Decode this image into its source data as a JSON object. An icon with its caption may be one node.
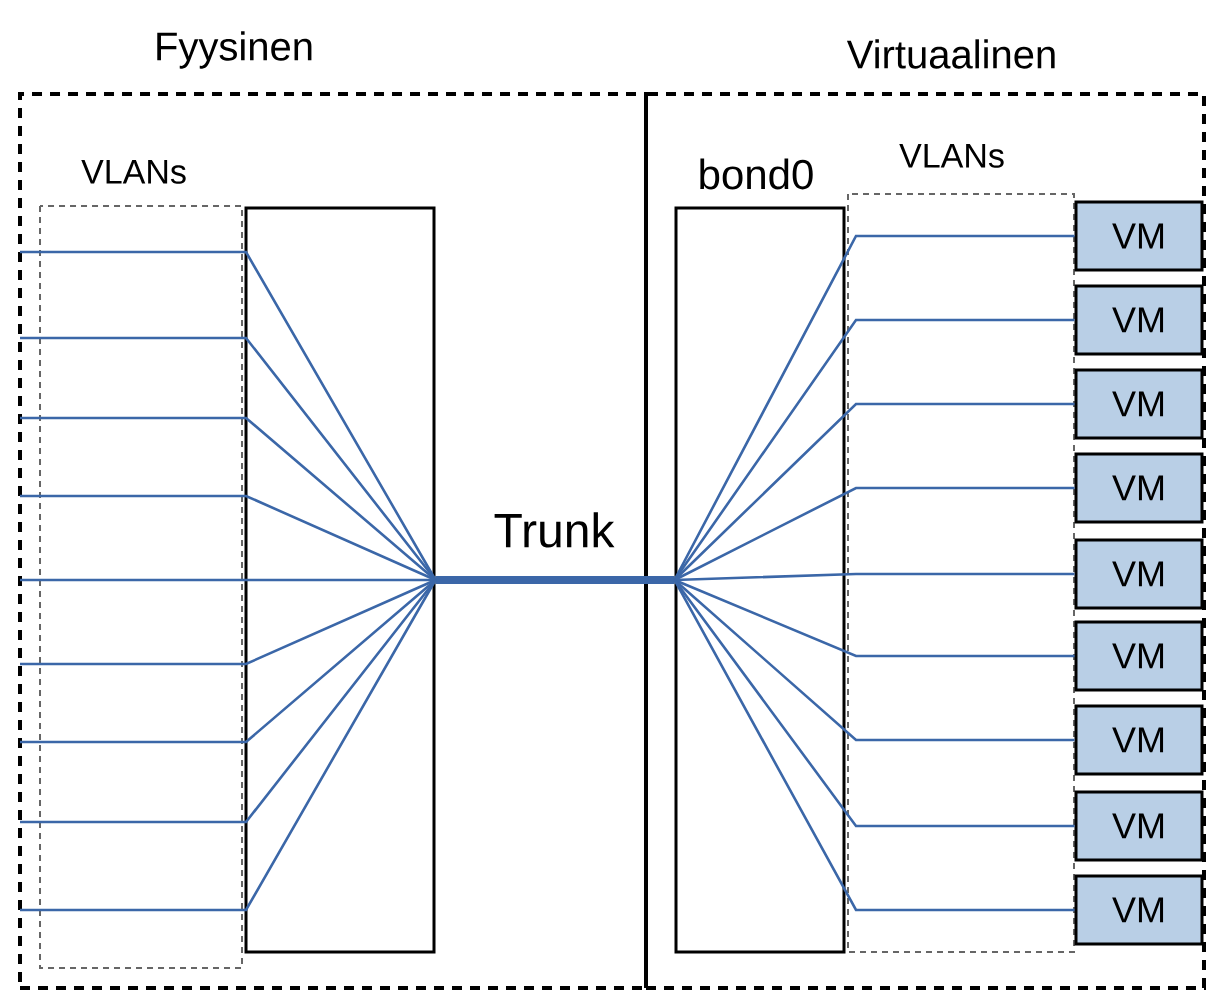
{
  "diagram": {
    "nodes": [
      {
        "text": [
          "Fyysinen"
        ]
      },
      {
        "text": [],
        "shape": "box",
        "in": 0
      },
      {
        "text": [
          "Virtuaalinen"
        ]
      },
      {
        "text": [
          "bond0"
        ],
        "in": 2
      },
      {
        "text": [
          "VM"
        ],
        "in": 2
      },
      {
        "text": [
          "VM"
        ],
        "in": 2
      },
      {
        "text": [
          "VM"
        ],
        "in": 2
      },
      {
        "text": [
          "VM"
        ],
        "in": 2
      },
      {
        "text": [
          "VM"
        ],
        "in": 2
      },
      {
        "text": [
          "VM"
        ],
        "in": 2
      },
      {
        "text": [
          "VM"
        ],
        "in": 2
      },
      {
        "text": [
          "VM"
        ],
        "in": 2
      },
      {
        "text": [
          "VM"
        ],
        "in": 2
      }
    ],
    "edges": [
      {
        "from": 1,
        "to": 3,
        "arrow": "none",
        "label": "Trunk",
        "style": "thick"
      },
      {
        "from": null,
        "to": 1,
        "arrow": "none"
      },
      {
        "from": null,
        "to": 1,
        "arrow": "none"
      },
      {
        "from": null,
        "to": 1,
        "arrow": "none"
      },
      {
        "from": null,
        "to": 1,
        "arrow": "none"
      },
      {
        "from": null,
        "to": 1,
        "arrow": "none"
      },
      {
        "from": null,
        "to": 1,
        "arrow": "none"
      },
      {
        "from": null,
        "to": 1,
        "arrow": "none"
      },
      {
        "from": null,
        "to": 1,
        "arrow": "none"
      },
      {
        "from": null,
        "to": 1,
        "arrow": "none"
      },
      {
        "from": 3,
        "to": 4,
        "arrow": "none"
      },
      {
        "from": 3,
        "to": 5,
        "arrow": "none"
      },
      {
        "from": 3,
        "to": 6,
        "arrow": "none"
      },
      {
        "from": 3,
        "to": 7,
        "arrow": "none"
      },
      {
        "from": 3,
        "to": 8,
        "arrow": "none"
      },
      {
        "from": 3,
        "to": 9,
        "arrow": "none"
      },
      {
        "from": 3,
        "to": 10,
        "arrow": "none"
      },
      {
        "from": 3,
        "to": 11,
        "arrow": "none"
      },
      {
        "from": 3,
        "to": 12,
        "arrow": "none"
      }
    ],
    "labels": [
      "VLANs",
      "VLANs"
    ]
  }
}
